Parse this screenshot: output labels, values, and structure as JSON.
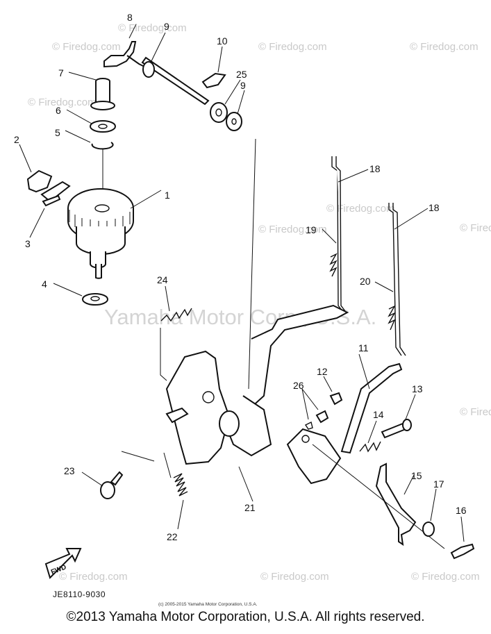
{
  "watermark": {
    "site": "© Firedog.com",
    "center": "Yamaha Motor Corp., U.S.A."
  },
  "callouts": [
    "1",
    "2",
    "3",
    "4",
    "5",
    "6",
    "7",
    "8",
    "9",
    "10",
    "11",
    "12",
    "13",
    "14",
    "15",
    "16",
    "17",
    "18",
    "19",
    "20",
    "21",
    "22",
    "23",
    "24",
    "25",
    "26"
  ],
  "part_code": "JE8110-9030",
  "fwd_label": "FWD",
  "small_copyright": "(c) 2005-2015 Yamaha Motor Corporation, U.S.A.",
  "copyright": "©2013 Yamaha Motor Corporation, U.S.A. All rights reserved."
}
